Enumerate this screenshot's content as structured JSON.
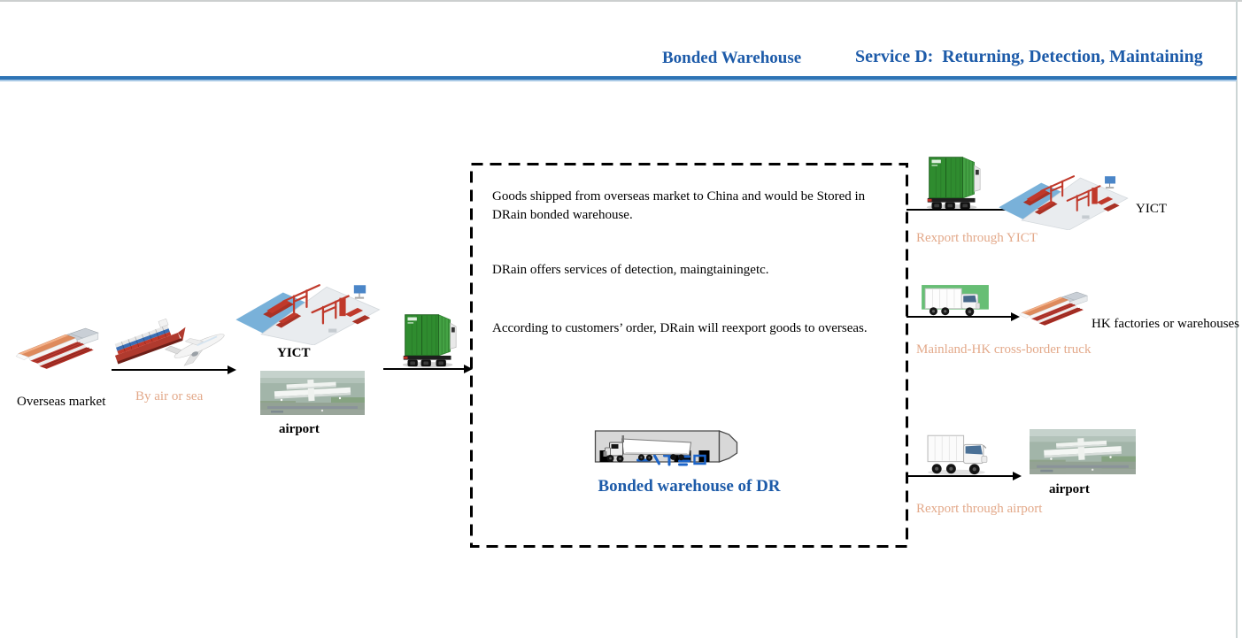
{
  "header": {
    "bonded_warehouse": "Bonded Warehouse",
    "service_d": "Service D:  Returning, Detection, Maintaining"
  },
  "source_flow": {
    "overseas_market_label": "Overseas market",
    "transport_mode_label": "By air or sea",
    "yict_label": "YICT",
    "airport_label": "airport"
  },
  "process_box": {
    "step_1": "Goods shipped from overseas market to China and would be Stored in\nDRain bonded warehouse.",
    "step_2": "DRain offers services of detection, maingtainingetc.",
    "step_3": "According to customers’ order, DRain will reexport goods to overseas.",
    "warehouse_caption": "Bonded warehouse of DR"
  },
  "reexport_flows": [
    {
      "destination_label": "YICT",
      "route_label": "Rexport through YICT"
    },
    {
      "destination_label": "HK factories or warehouses",
      "route_label": "Mainland-HK cross-border truck"
    },
    {
      "destination_label": "airport",
      "route_label": "Rexport through airport"
    }
  ],
  "colors": {
    "accent_blue": "#1d5ba9",
    "divider_blue": "#2e74b5",
    "route_label_orange": "#e3a98a"
  }
}
